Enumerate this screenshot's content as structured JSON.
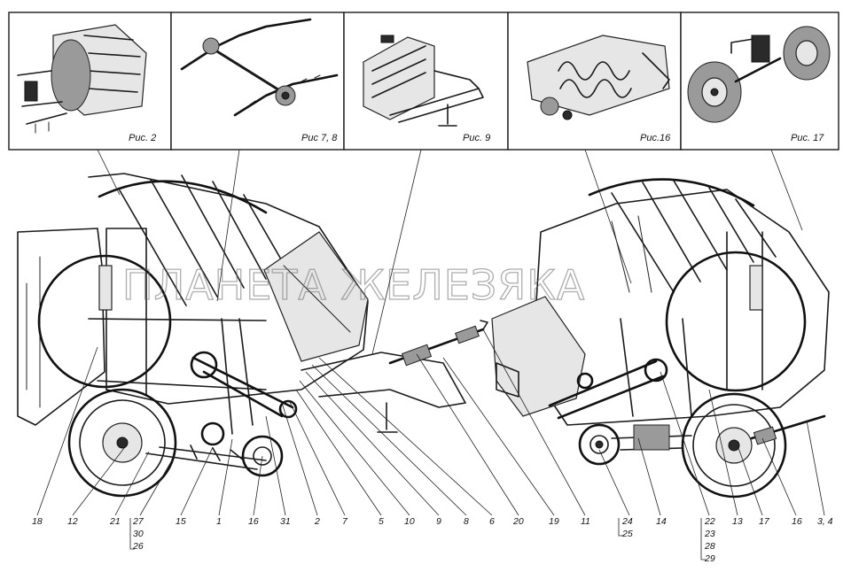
{
  "watermark": "ПЛАНЕТА ЖЕЛЕЗЯКА",
  "panels": [
    {
      "caption": "Рис. 2"
    },
    {
      "caption": "Рис 7, 8"
    },
    {
      "caption": "Рис. 9"
    },
    {
      "caption": "Рис.16"
    },
    {
      "caption": "Рис. 17"
    }
  ],
  "callouts": [
    {
      "num": "18"
    },
    {
      "num": "12"
    },
    {
      "num": "21"
    },
    {
      "num": "27"
    },
    {
      "num": "30"
    },
    {
      "num": "26"
    },
    {
      "num": "15"
    },
    {
      "num": "1"
    },
    {
      "num": "16"
    },
    {
      "num": "31"
    },
    {
      "num": "2"
    },
    {
      "num": "7"
    },
    {
      "num": "5"
    },
    {
      "num": "10"
    },
    {
      "num": "9"
    },
    {
      "num": "8"
    },
    {
      "num": "6"
    },
    {
      "num": "20"
    },
    {
      "num": "19"
    },
    {
      "num": "11"
    },
    {
      "num": "24"
    },
    {
      "num": "25"
    },
    {
      "num": "14"
    },
    {
      "num": "22"
    },
    {
      "num": "23"
    },
    {
      "num": "28"
    },
    {
      "num": "29"
    },
    {
      "num": "13"
    },
    {
      "num": "17"
    },
    {
      "num": "16"
    },
    {
      "num": "3, 4"
    }
  ]
}
